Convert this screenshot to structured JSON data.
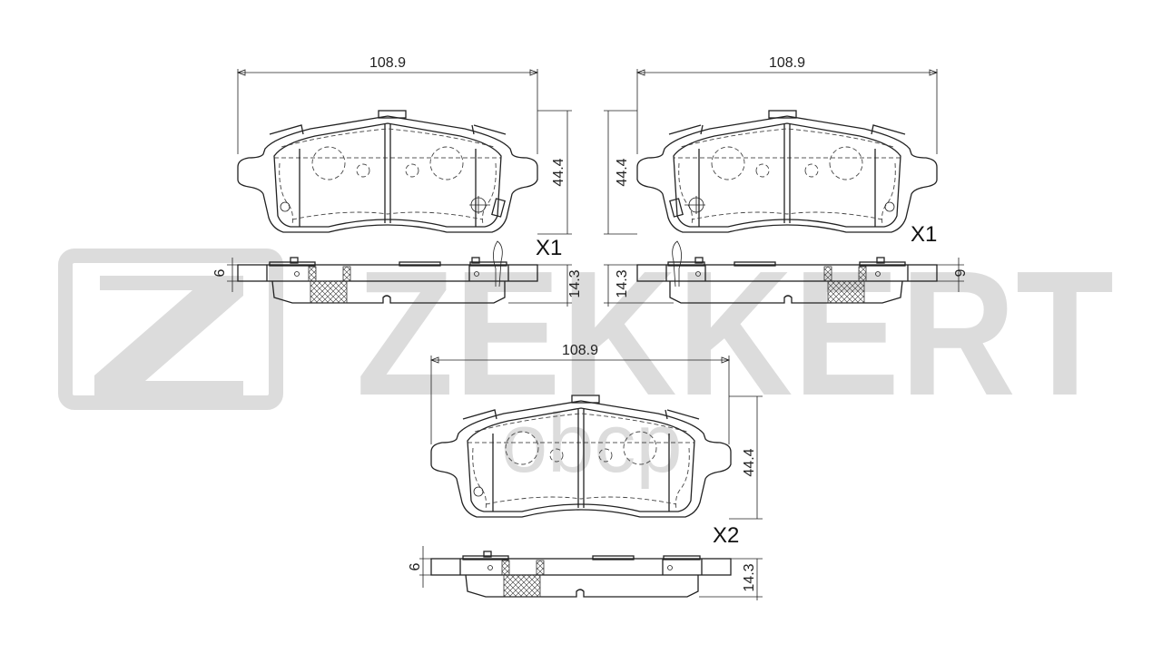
{
  "watermark": {
    "brand": "ZEKKERT",
    "sub": "оbср",
    "color": "#dcdcdc"
  },
  "pads": [
    {
      "name": "pad-top-left",
      "width_dim": "108.9",
      "height_dim": "44.4",
      "plate_dim": "6",
      "thickness_dim": "14.3",
      "quantity": "X1",
      "wear_sensor": true
    },
    {
      "name": "pad-top-right",
      "width_dim": "108.9",
      "height_dim": "44.4",
      "plate_dim": "6",
      "thickness_dim": "14.3",
      "quantity": "X1",
      "wear_sensor": true
    },
    {
      "name": "pad-bottom",
      "width_dim": "108.9",
      "height_dim": "44.4",
      "plate_dim": "6",
      "thickness_dim": "14.3",
      "quantity": "X2",
      "wear_sensor": false
    }
  ]
}
